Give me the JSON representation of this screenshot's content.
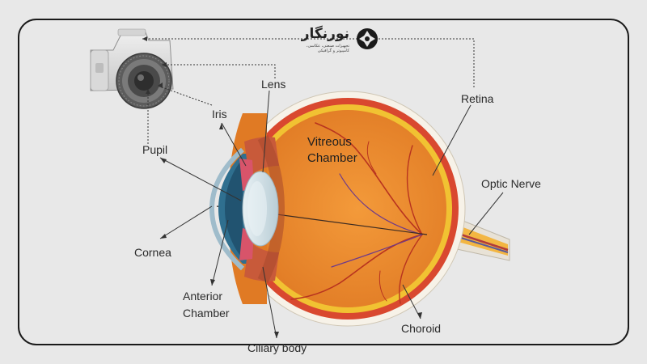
{
  "brand": {
    "name": "نورنگار",
    "tagline": "تجهیزات صنعتی، عکاسی، کامپیوتر و گرافیکی"
  },
  "labels": {
    "lens": "Lens",
    "iris": "Iris",
    "pupil": "Pupil",
    "cornea": "Cornea",
    "anterior_chamber_1": "Anterior",
    "anterior_chamber_2": "Chamber",
    "ciliary_body": "Ciliary body",
    "vitreous_chamber_1": "Vitreous",
    "vitreous_chamber_2": "Chamber",
    "retina": "Retina",
    "optic_nerve": "Optic Nerve",
    "choroid": "Choroid"
  },
  "colors": {
    "background": "#e8e8e8",
    "frame": "#1a1a1a",
    "sclera": "#f7f2e8",
    "choroid": "#d9482f",
    "retina": "#f1c232",
    "vitreous": "#e8862c",
    "lens": "#cfe0e8",
    "cornea": "#2f6f8f",
    "nerve": "#f3b642"
  },
  "icons": {
    "camera": "camera-icon",
    "logo": "aperture-logo-icon"
  }
}
